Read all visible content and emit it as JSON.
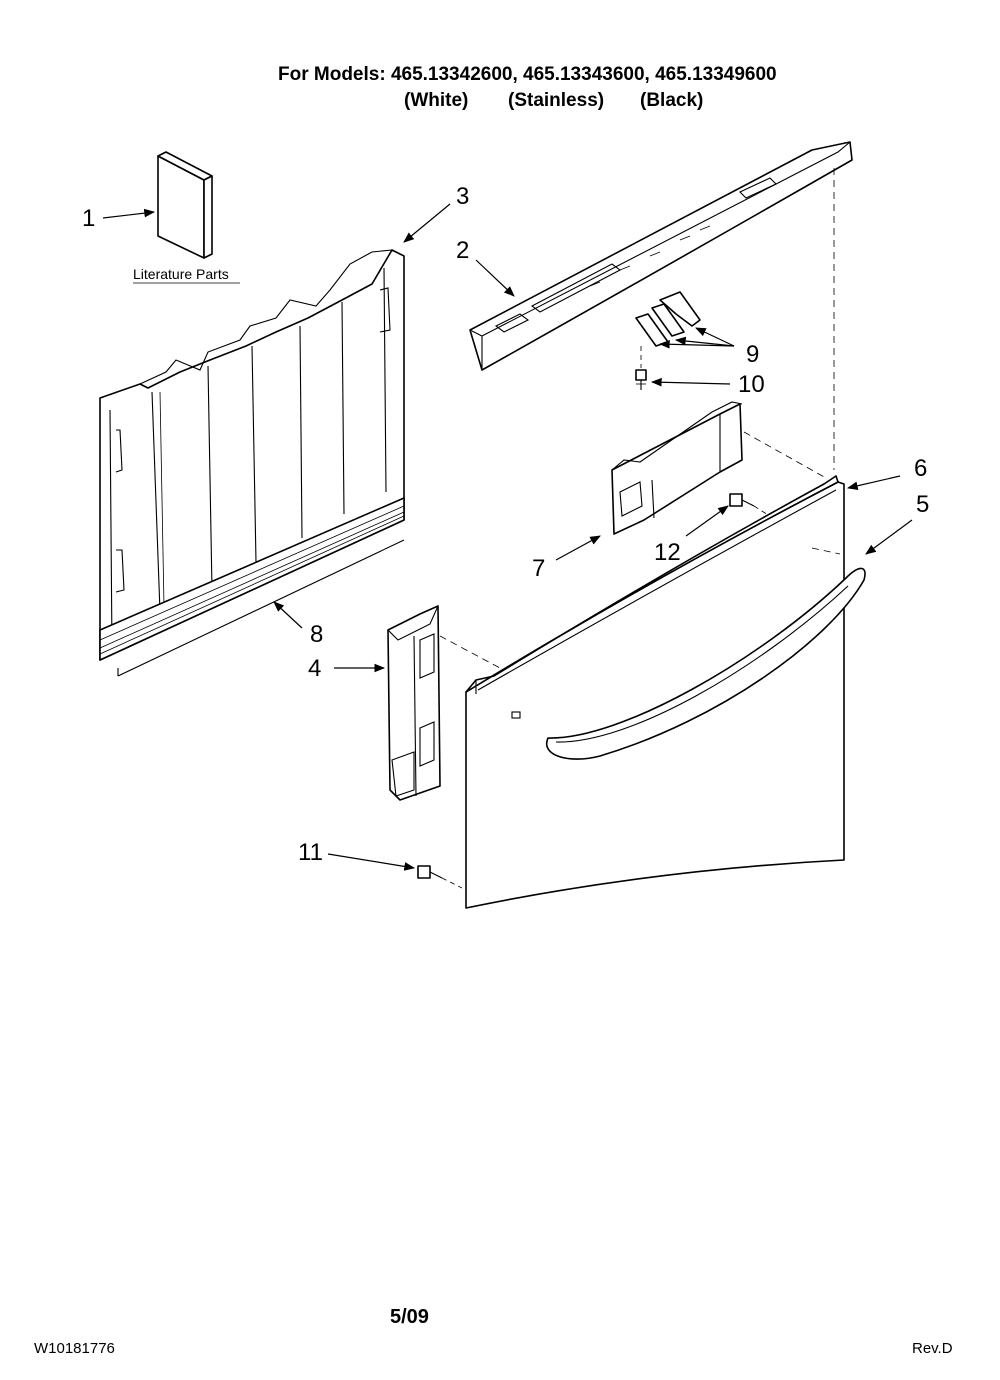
{
  "header": {
    "models_line": "For Models: 465.13342600, 465.13343600, 465.13349600",
    "variants": [
      "(White)",
      "(Stainless)",
      "(Black)"
    ]
  },
  "literature_label": "Literature Parts",
  "callouts": [
    "1",
    "2",
    "3",
    "4",
    "5",
    "6",
    "7",
    "8",
    "9",
    "10",
    "11",
    "12"
  ],
  "footer": {
    "date": "5/09",
    "doc_number": "W10181776",
    "revision": "Rev.D"
  }
}
